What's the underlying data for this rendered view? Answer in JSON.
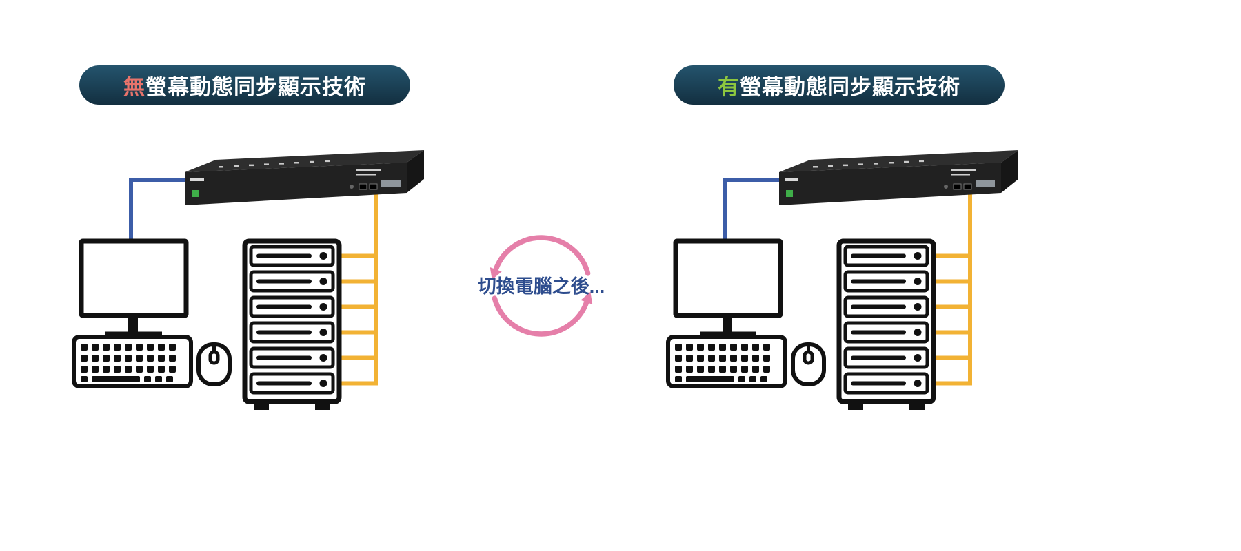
{
  "left": {
    "banner": {
      "highlight": "無",
      "text": "螢幕動態同步顯示技術"
    }
  },
  "right": {
    "banner": {
      "highlight": "有",
      "text": "螢幕動態同步顯示技術"
    }
  },
  "center": {
    "caption": "切換電腦之後..."
  },
  "colors": {
    "banner_top": "#24546d",
    "banner_bottom": "#132f40",
    "no_highlight": "#e8736b",
    "yes_highlight": "#8dc63f",
    "cable_blue": "#3c5da8",
    "cable_yellow": "#f2b234",
    "arrow_pink": "#e57fa9",
    "caption_blue": "#2e4d8e",
    "outline": "#111111"
  },
  "icons": [
    "kvm-switch",
    "monitor-icon",
    "keyboard-icon",
    "mouse-icon",
    "server-icon",
    "cycle-arrows-icon"
  ]
}
